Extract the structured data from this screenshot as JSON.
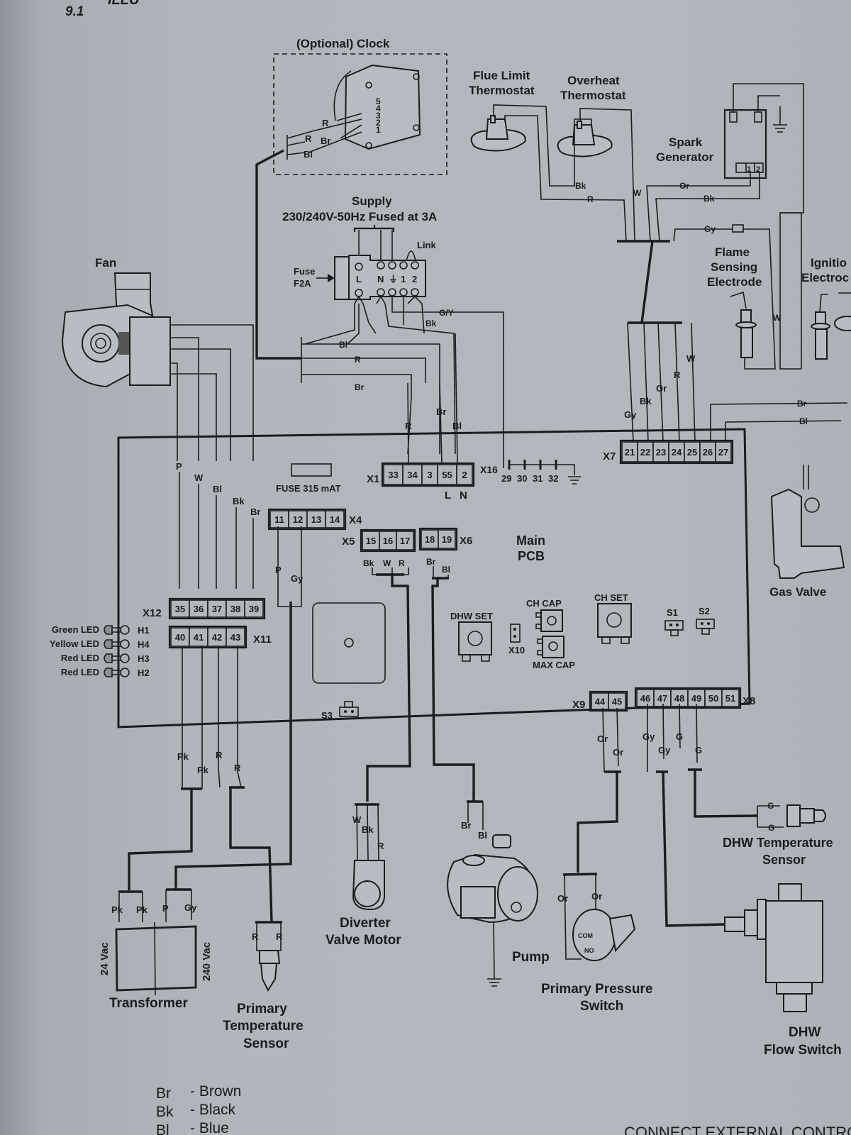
{
  "section": {
    "number": "9.1",
    "title_fragment": "ILLU"
  },
  "components": {
    "clock": {
      "title": "(Optional) Clock",
      "pins": [
        "5",
        "4",
        "3",
        "2",
        "1"
      ],
      "wires": [
        "R",
        "R",
        "Br",
        "Bl"
      ]
    },
    "supply": {
      "title": "Supply",
      "subtitle": "230/240V-50Hz Fused at 3A",
      "fuse_label": "Fuse",
      "fuse_rating": "F2A",
      "link_label": "Link",
      "terminals": [
        "L",
        "N",
        "⏚",
        "1",
        "2"
      ],
      "earth_wire": "G/Y",
      "bk_wire": "Bk",
      "wires": [
        "Bl",
        "R",
        "Br"
      ]
    },
    "flue_limit": {
      "title_line1": "Flue Limit",
      "title_line2": "Thermostat"
    },
    "overheat": {
      "title_line1": "Overheat",
      "title_line2": "Thermostat"
    },
    "spark": {
      "title_line1": "Spark",
      "title_line2": "Generator",
      "pins": [
        "1",
        "2"
      ],
      "wires": [
        "Or",
        "Bk"
      ]
    },
    "thermostat_wires": {
      "bk": "Bk",
      "r": "R",
      "w": "W"
    },
    "flame": {
      "title_line1": "Flame",
      "title_line2": "Sensing",
      "title_line3": "Electrode",
      "wire_gy": "Gy",
      "wire_w": "W"
    },
    "ignition": {
      "title_line1": "Ignitio",
      "title_line2": "Electroc"
    },
    "fan": {
      "title": "Fan",
      "wires": [
        "P",
        "W",
        "Bl",
        "Bk",
        "Br"
      ]
    },
    "gas_valve": {
      "title": "Gas Valve",
      "wires": [
        "Br",
        "Bl"
      ]
    },
    "transformer": {
      "title": "Transformer",
      "left_label": "24 Vac",
      "right_label": "240 Vac",
      "wires": [
        "Pk",
        "Pk",
        "P",
        "Gy"
      ]
    },
    "primary_temp": {
      "title_line1": "Primary",
      "title_line2": "Temperature",
      "title_line3": "Sensor",
      "wires": [
        "R",
        "R"
      ]
    },
    "diverter": {
      "title_line1": "Diverter",
      "title_line2": "Valve Motor",
      "wires": [
        "W",
        "Bk",
        "R"
      ]
    },
    "pump": {
      "title": "Pump",
      "wires": [
        "Br",
        "Bl"
      ]
    },
    "pressure_switch": {
      "title_line1": "Primary Pressure",
      "title_line2": "Switch",
      "wires": [
        "Or",
        "Or"
      ],
      "com": "COM",
      "no": "NO"
    },
    "dhw_temp": {
      "title_line1": "DHW Temperature",
      "title_line2": "Sensor",
      "wires": [
        "G",
        "G"
      ]
    },
    "dhw_flow": {
      "title_line1": "DHW",
      "title_line2": "Flow Switch"
    }
  },
  "pcb": {
    "title_line1": "Main",
    "title_line2": "PCB",
    "fuse": "FUSE 315 mAT",
    "x1": {
      "name": "X1",
      "pins": [
        "33",
        "34",
        "3",
        "55",
        "2"
      ],
      "l": "L",
      "n": "N",
      "wires": [
        "R",
        "Br",
        "Bl"
      ]
    },
    "x16": {
      "name": "X16",
      "pins": [
        "29",
        "30",
        "31",
        "32"
      ]
    },
    "x7": {
      "name": "X7",
      "pins": [
        "21",
        "22",
        "23",
        "24",
        "25",
        "26",
        "27"
      ],
      "wires": [
        "Gy",
        "Bk",
        "Or",
        "R",
        "W"
      ]
    },
    "x4": {
      "name": "X4",
      "pins": [
        "11",
        "12",
        "13",
        "14"
      ],
      "wires": [
        "P",
        "Gy"
      ]
    },
    "x5": {
      "name": "X5",
      "pins": [
        "15",
        "16",
        "17"
      ],
      "wires": [
        "Bk",
        "W",
        "R"
      ]
    },
    "x6": {
      "name": "X6",
      "pins": [
        "18",
        "19"
      ],
      "wires": [
        "Br",
        "Bl"
      ]
    },
    "x12": {
      "name": "X12",
      "pins": [
        "35",
        "36",
        "37",
        "38",
        "39"
      ]
    },
    "x11": {
      "name": "X11",
      "pins": [
        "40",
        "41",
        "42",
        "43"
      ],
      "wires": [
        "Pk",
        "Pk",
        "R",
        "R"
      ]
    },
    "x9": {
      "name": "X9",
      "pins": [
        "44",
        "45"
      ],
      "wires": [
        "Or",
        "Or"
      ]
    },
    "x8": {
      "name": "X8",
      "pins": [
        "46",
        "47",
        "48",
        "49",
        "50",
        "51"
      ],
      "wires": [
        "Gy",
        "Gy",
        "G",
        "G"
      ]
    },
    "x10": "X10",
    "dhw_set": "DHW SET",
    "ch_cap": "CH CAP",
    "max_cap": "MAX CAP",
    "ch_set": "CH SET",
    "s1": "S1",
    "s2": "S2",
    "s3": "S3"
  },
  "leds": [
    {
      "label": "Green LED",
      "id": "H1"
    },
    {
      "label": "Yellow LED",
      "id": "H4"
    },
    {
      "label": "Red LED",
      "id": "H3"
    },
    {
      "label": "Red LED",
      "id": "H2"
    }
  ],
  "legend": [
    {
      "code": "Br",
      "meaning": "- Brown"
    },
    {
      "code": "Bk",
      "meaning": "- Black"
    },
    {
      "code": "Bl",
      "meaning": "- Blue"
    }
  ],
  "footer_text": "CONNECT EXTERNAL CONTRO"
}
